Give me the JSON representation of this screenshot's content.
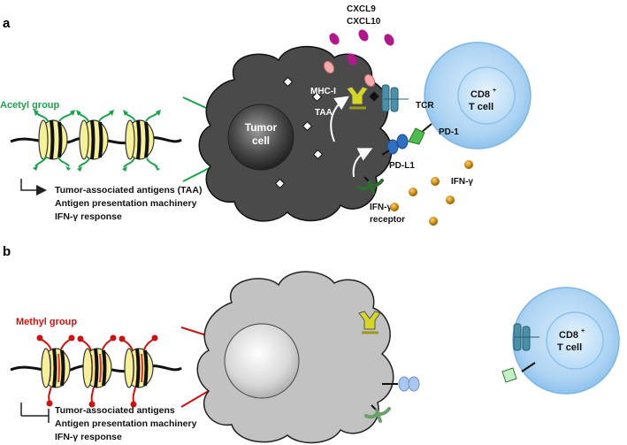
{
  "panel_a": {
    "label": "a",
    "mark_label": "Acetyl group",
    "mark_color": "#1aa34a",
    "outcomes": [
      "Tumor-associated antigens (TAA)",
      "Antigen presentation machinery",
      "IFN-γ response"
    ],
    "tumor_cell_label": [
      "Tumor",
      "cell"
    ],
    "chemokines": [
      "CXCL9",
      "CXCL10"
    ],
    "labels": {
      "taa": "TAA",
      "mhc": "MHC-I",
      "tcr": "TCR",
      "pd1": "PD-1",
      "pdl1": "PD-L1",
      "ifng": "IFN-γ",
      "ifng_receptor": [
        "IFN-γ",
        "receptor"
      ]
    },
    "t_cell_label": [
      "CD8",
      "+",
      "T cell"
    ]
  },
  "panel_b": {
    "label": "b",
    "mark_label": "Methyl group",
    "mark_color": "#cc1111",
    "outcomes": [
      "Tumor-associated antigens",
      "Antigen presentation machinery",
      "IFN-γ response"
    ],
    "t_cell_label": [
      "CD8",
      "+",
      "T cell"
    ]
  }
}
